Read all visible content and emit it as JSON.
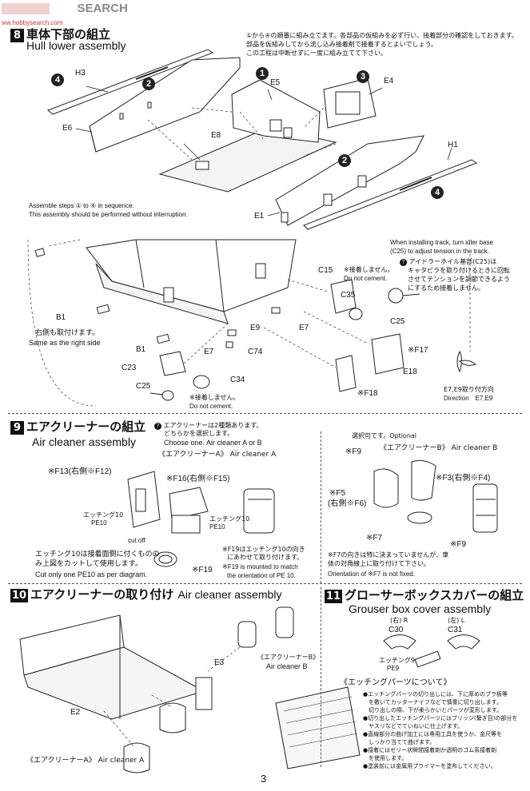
{
  "watermark": {
    "logo_text": "SEARCH",
    "sub_text": "ww.hobbysearch.com"
  },
  "section8": {
    "step_number": "8",
    "title_jp": "車体下部の組立",
    "title_en": "Hull lower assembly",
    "note_jp_1": "①から④の順番に組み立てます。各部品の仮組みを必ず行い、接着部分の確認をしておきます。",
    "note_jp_2": "部品を仮組みしてから流し込み接着剤で接着するとよいでしょう。",
    "note_jp_3": "この工程は中断せずに一度に組み立てて下さい。",
    "note_en_1": "Assemble steps ① to ④ in sequence.",
    "note_en_2": "This assembly should be performed without interruption.",
    "parts": {
      "h3": "H3",
      "e6": "E6",
      "e8": "E8",
      "e5": "E5",
      "e4": "E4",
      "h1": "H1",
      "e1": "E1"
    },
    "circles": {
      "c1": "1",
      "c2a": "2",
      "c2b": "2",
      "c3": "3",
      "c4a": "4",
      "c4b": "4"
    }
  },
  "track_note": {
    "en_1": "When installing track, turn idler base",
    "en_2": "(C25) to adjust tension in the track.",
    "jp_1": "アイドラーホイル基部(C25)は",
    "jp_2": "キャタピラを取り付けるときに回転",
    "jp_3": "させてテンションを調節できるよう",
    "jp_4": "にするため接着しません。"
  },
  "lower_assembly": {
    "b1a": "B1",
    "b1b": "B1",
    "right_side_jp": "右側も取付けます。",
    "right_side_en": "Same as the right side",
    "c15": "C15",
    "c35": "C35",
    "c25a": "C25",
    "c25b": "C25",
    "c23": "C23",
    "c34": "C34",
    "c74": "C74",
    "e9": "E9",
    "e7a": "E7",
    "e7b": "E7",
    "e18": "E18",
    "f17": "※F17",
    "f18": "※F18",
    "no_cement_jp_1": "※接着しません。",
    "no_cement_en_1": "Do not cement.",
    "no_cement_jp_2": "※接着しません。",
    "no_cement_en_2": "Do not cement.",
    "direction_jp": "E7,E9取り付方向",
    "direction_en": "Direction　E7,E9"
  },
  "section9": {
    "step_number": "9",
    "title_jp": "エアクリーナーの組立",
    "title_en": "Air cleaner assembly",
    "choose_jp_1": "エアクリーナーは2種類あります。",
    "choose_jp_2": "どちらかを選択します。",
    "choose_en": "Choose one.  Air cleaner A or B",
    "cleaner_a": "《エアクリーナーA》 Air cleaner A",
    "f13": "※F13(右側※F12)",
    "f16": "※F16(右側※F15)",
    "pe10a_jp": "エッチング10",
    "pe10a": "PE10",
    "pe10b_jp": "エッチング10",
    "pe10b": "PE10",
    "cut_off": "cut off",
    "pe_note_jp_1": "エッチング10は接着面側に付くものの",
    "pe_note_jp_2": "み上図をカットして使用します。",
    "pe_note_en": "Cut only one PE10 as per diagram.",
    "f19a": "※F19",
    "f19_note_jp_1": "※F19はエッチング10の向き",
    "f19_note_jp_2": "にあわせて取り付けます。",
    "f19_note_en_1": "※F19 is mounted to match",
    "f19_note_en_2": "the orientation of PE 10.",
    "optional_jp": "選択可です。Optional",
    "cleaner_b": "《エアクリーナーB》 Air cleaner B",
    "f9a": "※F9",
    "f3": "※F3(右側※F4)",
    "f5": "※F5",
    "f6": "(右側※F6)",
    "f7": "※F7",
    "f9b": "※F9",
    "f7_note_jp_1": "※F7の向きは特に決まっていませんが、車",
    "f7_note_jp_2": "体の対角線上に取り付けて下さい。",
    "f7_note_en": "Orientation of ※F7 is not fixed."
  },
  "section10": {
    "step_number": "10",
    "title_jp": "エアクリーナーの取り付け",
    "title_en": "Air cleaner assembly",
    "cleaner_b_jp": "《エアクリーナーB》",
    "cleaner_b_en": "Air cleaner B",
    "e3": "E3",
    "e2": "E2",
    "cleaner_a": "《エアクリーナーA》  Air cleaner A"
  },
  "section11": {
    "step_number": "11",
    "title_jp": "グローサーボックスカバーの組立",
    "title_en": "Grouser box cover assembly",
    "right_jp": "(右) R",
    "left_jp": "(左) L",
    "c30": "C30",
    "c31": "C31",
    "pe9_jp": "エッチング9",
    "pe9": "PE9",
    "pe_title": "《エッチングパーツについて》",
    "pe_notes": [
      "●エッチングパーツの切り出しには、下に厚めのプラ板等",
      "　を敷いてカッターナイフなどで慎重に切り出します。",
      "　切り出しの際、下が柔らかいとパーツが変形します。",
      "●切り出したエッチングパーツにはブリッジ(繋ぎ目)の部分を",
      "　ヤスリなどでていねいに仕上げます。",
      "●直線部分の曲げ加工には専用工具を使うか、金尺等を",
      "　しっかり当てて曲げます。",
      "●接着にはゼリー状瞬間接着剤か透明のゴム系接着剤",
      "　を使用します。",
      "●塗装前には金属用プライマーを塗布してください。"
    ]
  },
  "page_number": "3"
}
